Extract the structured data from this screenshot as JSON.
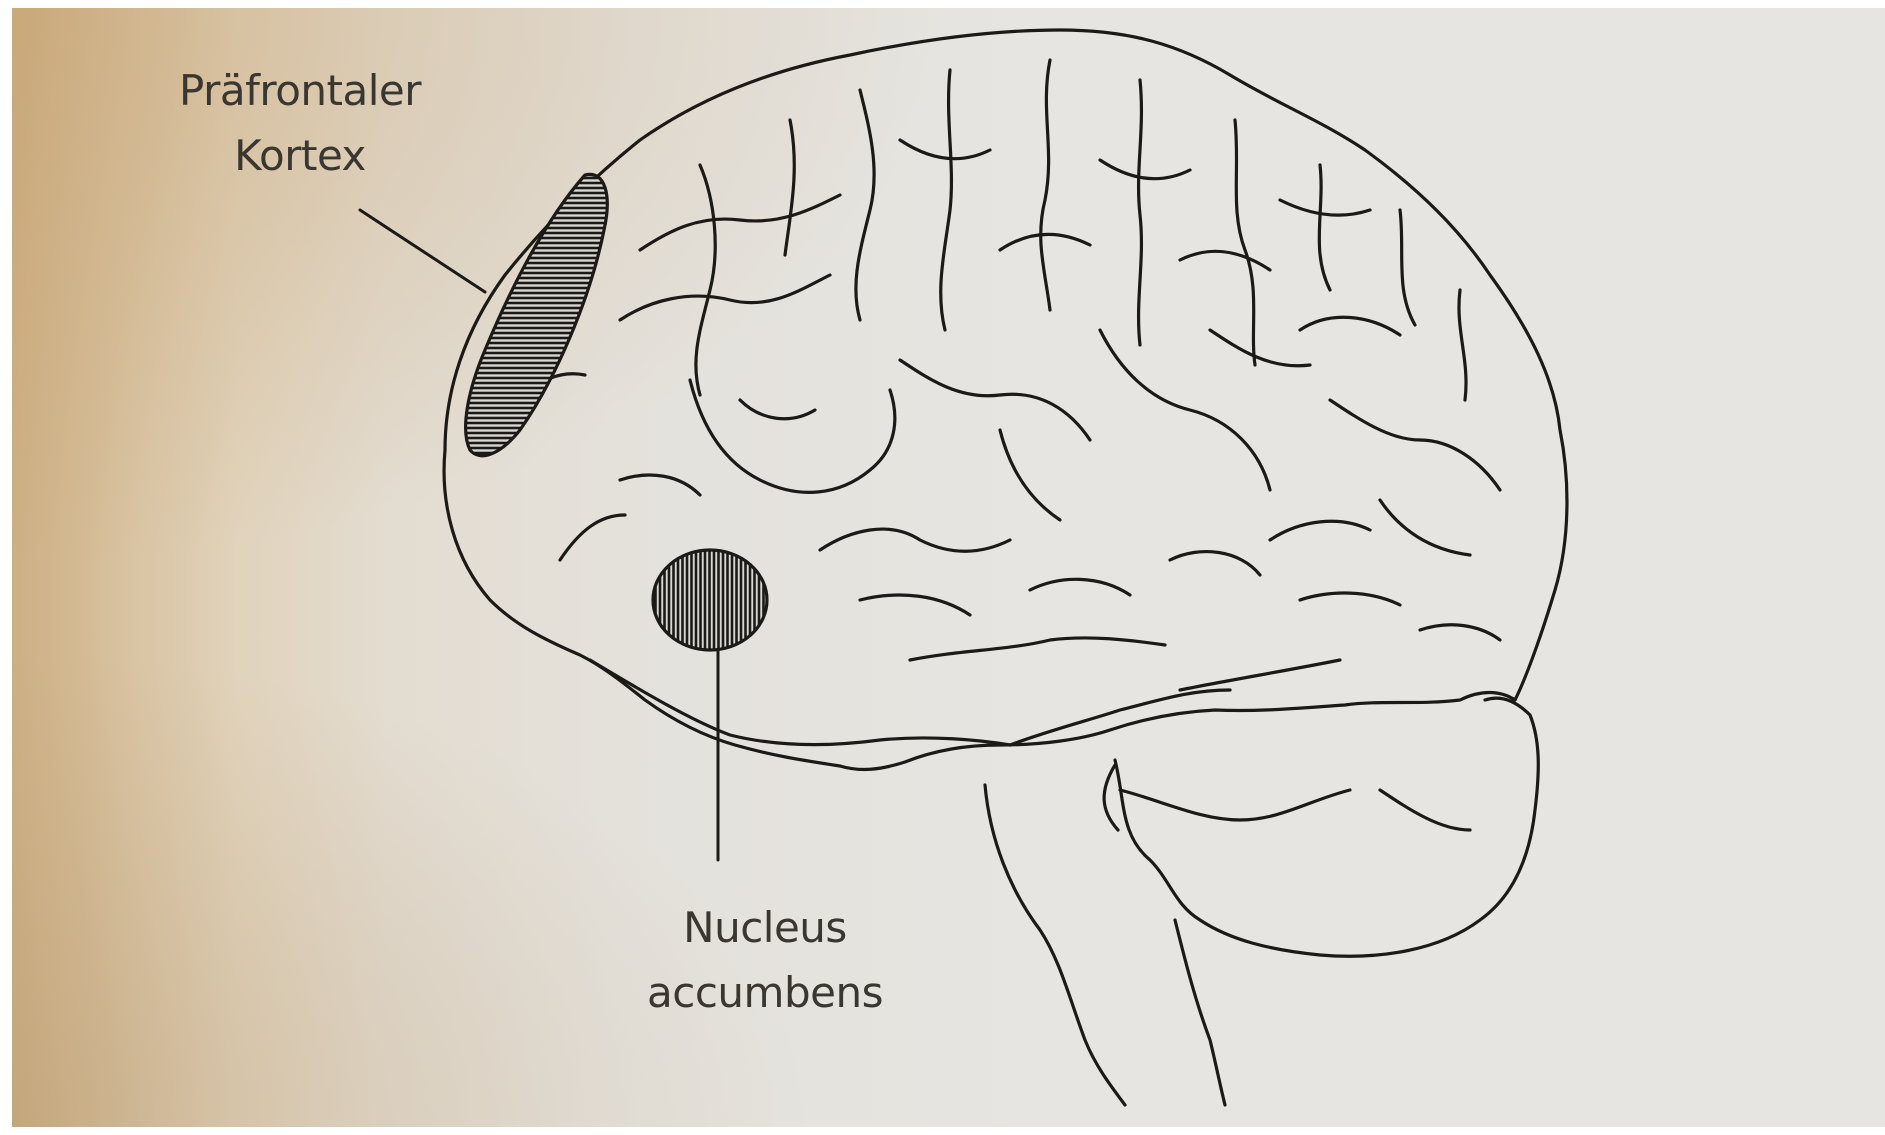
{
  "labels": {
    "prefrontal_cortex": {
      "line1": "Präfrontaler",
      "line2": "Kortex"
    },
    "nucleus_accumbens": {
      "line1": "Nucleus",
      "line2": "accumbens"
    }
  },
  "colors": {
    "ink": "#1c1a17",
    "paper": "#e6e5e1",
    "paper_edge": "#cdaf83"
  }
}
